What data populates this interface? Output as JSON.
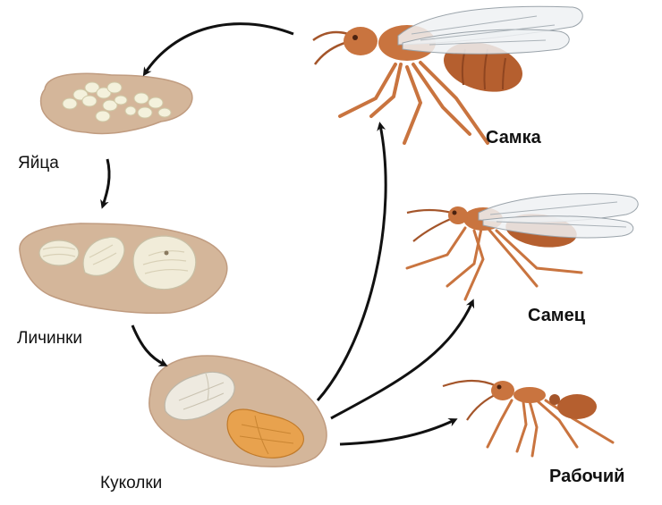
{
  "stages": {
    "eggs": "Яйца",
    "larvae": "Личинки",
    "pupae": "Куколки"
  },
  "castes": {
    "queen": "Самка",
    "male": "Самец",
    "worker": "Рабочий"
  },
  "colors": {
    "mound": "#d4b69a",
    "mound_shadow": "#c09c80",
    "ant_body": "#c9743f",
    "ant_dark": "#a4552a",
    "ant_gaster": "#b55f2f",
    "wing": "#eef1f3",
    "arrow": "#111111"
  }
}
